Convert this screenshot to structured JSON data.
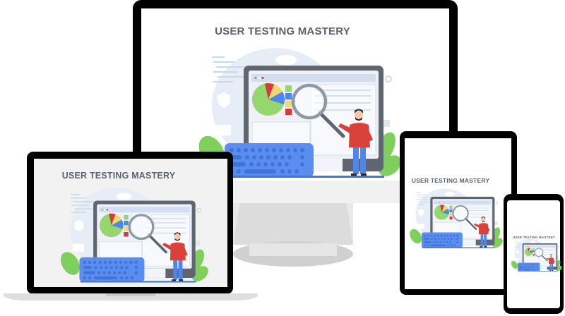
{
  "monitor": {
    "title": "USER TESTING MASTERY"
  },
  "laptop": {
    "title": "USER TESTING MASTERY"
  },
  "tablet": {
    "title": "USER TESTING MASTERY"
  },
  "phone": {
    "title": "USER TESTING MASTERY"
  },
  "colors": {
    "bezel": "#000000",
    "title_text": "#5a6270",
    "keyboard_blue": "#5b8def",
    "pie_green": "#95d76c",
    "pie_red": "#d63b3b",
    "pie_yellow": "#f0d970",
    "pie_blue": "#4f86ee",
    "shirt_red": "#d9413a",
    "plant_green": "#7fcf5c"
  },
  "icons": [
    "pie-chart-icon",
    "magnifier-icon",
    "person-illustration",
    "keyboard-illustration",
    "plant-illustration",
    "cloud-upload-icon",
    "shield-icon",
    "lock-icon",
    "key-icon"
  ]
}
